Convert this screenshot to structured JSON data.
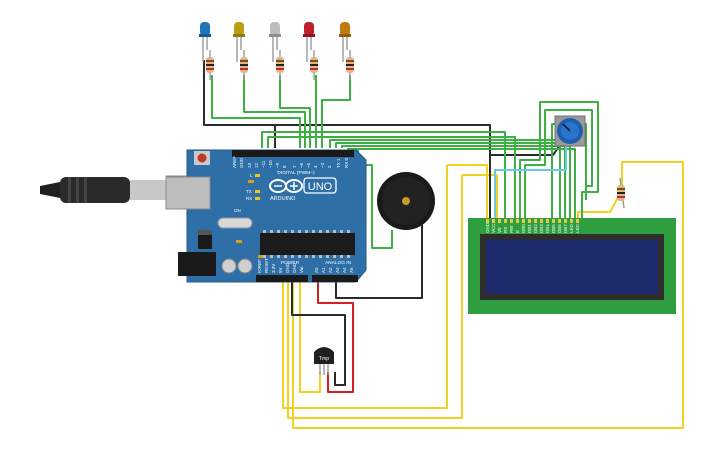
{
  "board": {
    "logo_text": "UNO",
    "brand_text": "ARDUINO",
    "digital_header": "DIGITAL (PWM~)",
    "power_label": "POWER",
    "analog_label": "ANALOG IN",
    "digital_pins": [
      "AREF",
      "GND",
      "13",
      "12",
      "~11",
      "~10",
      "~9",
      "8",
      "7",
      "~6",
      "~5",
      "4",
      "~3",
      "2",
      "TX 1",
      "RX 0"
    ],
    "led_labels": [
      "L",
      "TX",
      "RX"
    ],
    "on_label": "ON",
    "power_pins": [
      "IOREF",
      "RESET",
      "3.3V",
      "5V",
      "GND",
      "GND",
      "Vin"
    ],
    "analog_pins": [
      "A0",
      "A1",
      "A2",
      "A3",
      "A4",
      "A5"
    ]
  },
  "sensor": {
    "label": "Tmp"
  },
  "lcd": {
    "pins": [
      "GND",
      "VCC",
      "V0",
      "RS",
      "RW",
      "E",
      "DB0",
      "DB1",
      "DB2",
      "DB3",
      "DB4",
      "DB5",
      "DB6",
      "DB7",
      "LED",
      "LED"
    ]
  },
  "leds": [
    {
      "name": "blue",
      "color": "#1f73b7"
    },
    {
      "name": "yellow",
      "color": "#b8a012"
    },
    {
      "name": "white",
      "color": "#bdbdbd"
    },
    {
      "name": "red",
      "color": "#c0202a"
    },
    {
      "name": "orange",
      "color": "#c27a0e"
    }
  ],
  "colors": {
    "board": "#2f6fa8",
    "wire_green": "#3cb043",
    "wire_black": "#2b2b2b",
    "wire_yellow": "#f2d21e",
    "wire_red": "#d42020",
    "lcd_board": "#2f9e3f",
    "lcd_screen": "#1d2a6b",
    "potentiometer": "#1f5fb0"
  }
}
